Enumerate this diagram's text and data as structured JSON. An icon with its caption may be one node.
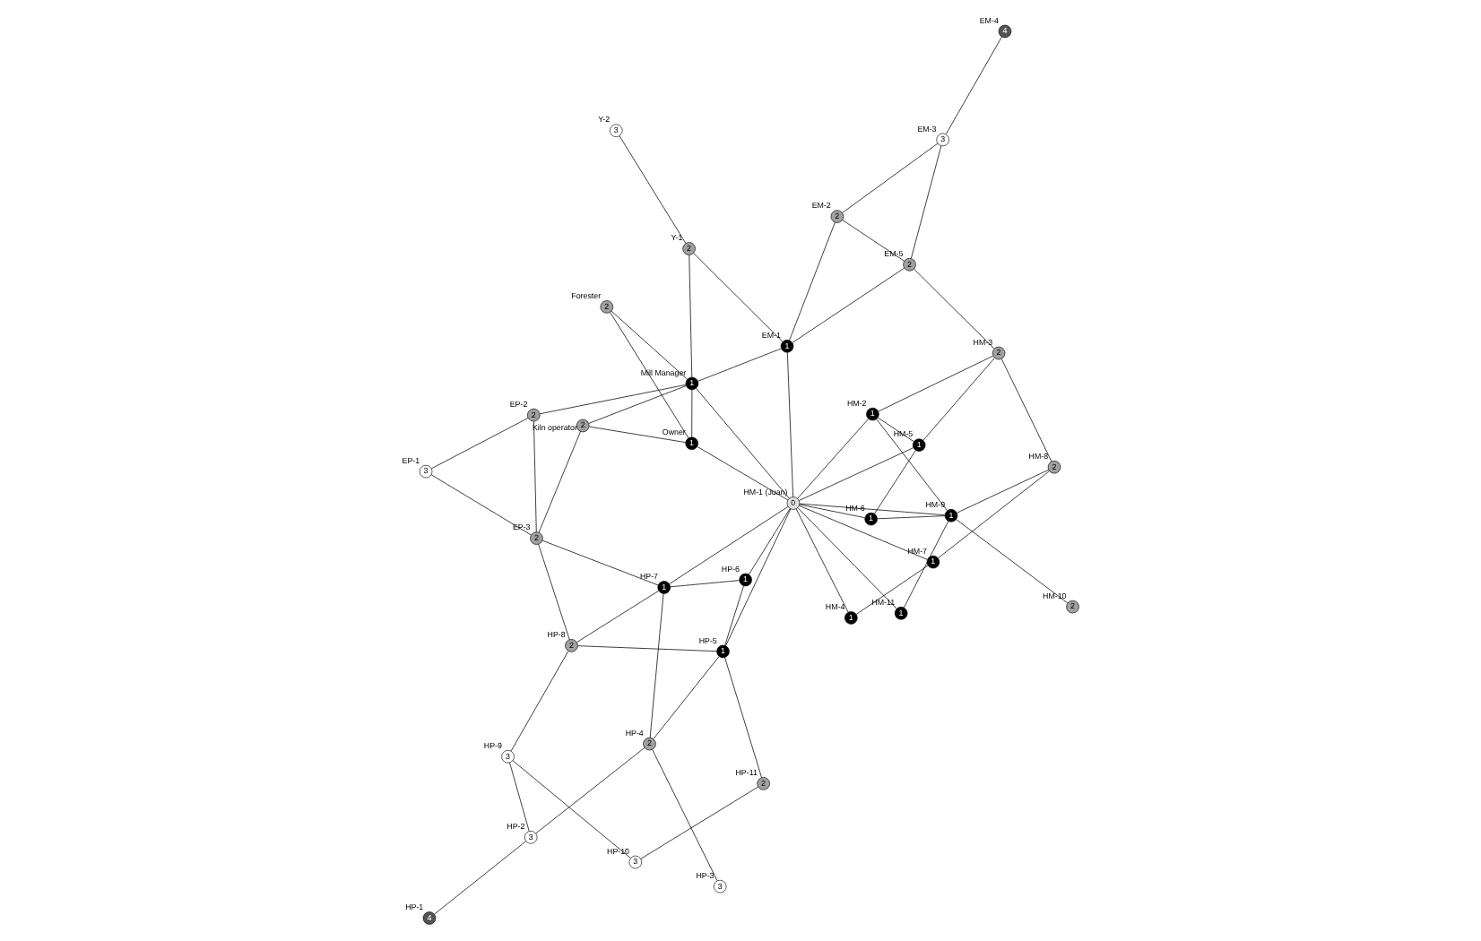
{
  "diagram": {
    "nodes": [
      {
        "text": [
          "2"
        ],
        "beside": [
          "HM-10"
        ]
      },
      {
        "text": [
          "2"
        ],
        "beside": [
          "HM-8"
        ]
      },
      {
        "text": [
          "1"
        ],
        "beside": [
          "HM-7"
        ]
      },
      {
        "text": [
          "1"
        ],
        "beside": [
          "HM-9"
        ]
      },
      {
        "text": [
          "2"
        ],
        "beside": [
          "HM-3"
        ]
      },
      {
        "text": [
          "1"
        ],
        "beside": [
          "HM-2"
        ]
      },
      {
        "text": [
          "1"
        ],
        "beside": [
          "HM-4"
        ]
      },
      {
        "text": [
          "1"
        ],
        "beside": [
          "HM-11"
        ]
      },
      {
        "text": [
          "1"
        ],
        "beside": [
          "HM-6"
        ]
      },
      {
        "text": [
          "2"
        ],
        "beside": [
          "HP-11"
        ]
      },
      {
        "text": [
          "3"
        ],
        "beside": [
          "HP-10"
        ]
      },
      {
        "text": [
          "4"
        ],
        "beside": [
          "EM-4"
        ]
      },
      {
        "text": [
          "1"
        ],
        "beside": [
          "HM-5"
        ]
      },
      {
        "text": [
          "2"
        ],
        "beside": [
          "EM-5"
        ]
      },
      {
        "text": [
          "3"
        ],
        "beside": [
          "EM-3"
        ]
      },
      {
        "text": [
          "1"
        ],
        "beside": [
          "HP-5"
        ]
      },
      {
        "text": [
          "0"
        ],
        "beside": [
          "HM-1 (Juan)"
        ]
      },
      {
        "text": [
          "1"
        ],
        "beside": [
          "HP-6"
        ]
      },
      {
        "text": [
          "3"
        ],
        "beside": [
          "HP-9"
        ]
      },
      {
        "text": [
          "2"
        ],
        "beside": [
          "EM-2"
        ]
      },
      {
        "text": [
          "1"
        ],
        "beside": [
          "EM-1"
        ]
      },
      {
        "text": [
          "2"
        ],
        "beside": [
          "HP-8"
        ]
      },
      {
        "text": [
          "1"
        ],
        "beside": [
          "HP-7"
        ]
      },
      {
        "text": [
          "1"
        ],
        "beside": [
          "Owner"
        ]
      },
      {
        "text": [
          "1"
        ],
        "beside": [
          "Mill Manager"
        ]
      },
      {
        "text": [
          "3"
        ],
        "beside": [
          "HP-2"
        ]
      },
      {
        "text": [
          "2"
        ],
        "beside": [
          "HP-4"
        ]
      },
      {
        "text": [
          "4"
        ],
        "beside": [
          "HP-1"
        ]
      },
      {
        "text": [
          "2"
        ],
        "beside": [
          "Y-1"
        ]
      },
      {
        "text": [
          "2"
        ],
        "beside": [
          "EP-3"
        ]
      },
      {
        "text": [
          "2"
        ],
        "beside": [
          "Kiln operator"
        ]
      },
      {
        "text": [
          "2"
        ],
        "beside": [
          "Forester"
        ]
      },
      {
        "text": [
          "3"
        ],
        "beside": [
          "HP-3"
        ]
      },
      {
        "text": [
          "2"
        ],
        "beside": [
          "EP-2"
        ]
      },
      {
        "text": [
          "3"
        ],
        "beside": [
          "Y-2"
        ]
      },
      {
        "text": [
          "3"
        ],
        "beside": [
          "EP-1"
        ]
      }
    ],
    "edges": [
      {
        "from": 0,
        "to": 3,
        "arrow": "none"
      },
      {
        "from": 1,
        "to": 2,
        "arrow": "none"
      },
      {
        "from": 1,
        "to": 3,
        "arrow": "none"
      },
      {
        "from": 1,
        "to": 4,
        "arrow": "none"
      },
      {
        "from": 2,
        "to": 6,
        "arrow": "none"
      },
      {
        "from": 2,
        "to": 16,
        "arrow": "none"
      },
      {
        "from": 3,
        "to": 7,
        "arrow": "none"
      },
      {
        "from": 3,
        "to": 16,
        "arrow": "none"
      },
      {
        "from": 3,
        "to": 8,
        "arrow": "none"
      },
      {
        "from": 3,
        "to": 5,
        "arrow": "none"
      },
      {
        "from": 4,
        "to": 5,
        "arrow": "none"
      },
      {
        "from": 4,
        "to": 12,
        "arrow": "none"
      },
      {
        "from": 4,
        "to": 13,
        "arrow": "none"
      },
      {
        "from": 5,
        "to": 16,
        "arrow": "none"
      },
      {
        "from": 5,
        "to": 12,
        "arrow": "none"
      },
      {
        "from": 6,
        "to": 16,
        "arrow": "none"
      },
      {
        "from": 7,
        "to": 16,
        "arrow": "none"
      },
      {
        "from": 8,
        "to": 16,
        "arrow": "none"
      },
      {
        "from": 8,
        "to": 12,
        "arrow": "none"
      },
      {
        "from": 12,
        "to": 16,
        "arrow": "none"
      },
      {
        "from": 9,
        "to": 10,
        "arrow": "none"
      },
      {
        "from": 9,
        "to": 15,
        "arrow": "none"
      },
      {
        "from": 10,
        "to": 18,
        "arrow": "none"
      },
      {
        "from": 11,
        "to": 14,
        "arrow": "none"
      },
      {
        "from": 13,
        "to": 14,
        "arrow": "none"
      },
      {
        "from": 13,
        "to": 19,
        "arrow": "none"
      },
      {
        "from": 13,
        "to": 20,
        "arrow": "none"
      },
      {
        "from": 14,
        "to": 19,
        "arrow": "none"
      },
      {
        "from": 15,
        "to": 16,
        "arrow": "none"
      },
      {
        "from": 15,
        "to": 17,
        "arrow": "none"
      },
      {
        "from": 15,
        "to": 21,
        "arrow": "none"
      },
      {
        "from": 15,
        "to": 26,
        "arrow": "none"
      },
      {
        "from": 16,
        "to": 17,
        "arrow": "none"
      },
      {
        "from": 16,
        "to": 22,
        "arrow": "none"
      },
      {
        "from": 16,
        "to": 23,
        "arrow": "none"
      },
      {
        "from": 16,
        "to": 24,
        "arrow": "none"
      },
      {
        "from": 16,
        "to": 20,
        "arrow": "none"
      },
      {
        "from": 17,
        "to": 22,
        "arrow": "none"
      },
      {
        "from": 18,
        "to": 21,
        "arrow": "none"
      },
      {
        "from": 18,
        "to": 25,
        "arrow": "none"
      },
      {
        "from": 19,
        "to": 20,
        "arrow": "none"
      },
      {
        "from": 20,
        "to": 24,
        "arrow": "none"
      },
      {
        "from": 20,
        "to": 28,
        "arrow": "none"
      },
      {
        "from": 21,
        "to": 22,
        "arrow": "none"
      },
      {
        "from": 21,
        "to": 29,
        "arrow": "none"
      },
      {
        "from": 22,
        "to": 26,
        "arrow": "none"
      },
      {
        "from": 22,
        "to": 29,
        "arrow": "none"
      },
      {
        "from": 23,
        "to": 24,
        "arrow": "none"
      },
      {
        "from": 23,
        "to": 30,
        "arrow": "none"
      },
      {
        "from": 23,
        "to": 31,
        "arrow": "none"
      },
      {
        "from": 24,
        "to": 30,
        "arrow": "none"
      },
      {
        "from": 24,
        "to": 33,
        "arrow": "none"
      },
      {
        "from": 24,
        "to": 31,
        "arrow": "none"
      },
      {
        "from": 24,
        "to": 28,
        "arrow": "none"
      },
      {
        "from": 25,
        "to": 27,
        "arrow": "none"
      },
      {
        "from": 25,
        "to": 26,
        "arrow": "none"
      },
      {
        "from": 26,
        "to": 32,
        "arrow": "none"
      },
      {
        "from": 29,
        "to": 30,
        "arrow": "none"
      },
      {
        "from": 29,
        "to": 33,
        "arrow": "none"
      },
      {
        "from": 29,
        "to": 35,
        "arrow": "none"
      },
      {
        "from": 33,
        "to": 35,
        "arrow": "none"
      },
      {
        "from": 28,
        "to": 34,
        "arrow": "none"
      }
    ]
  }
}
